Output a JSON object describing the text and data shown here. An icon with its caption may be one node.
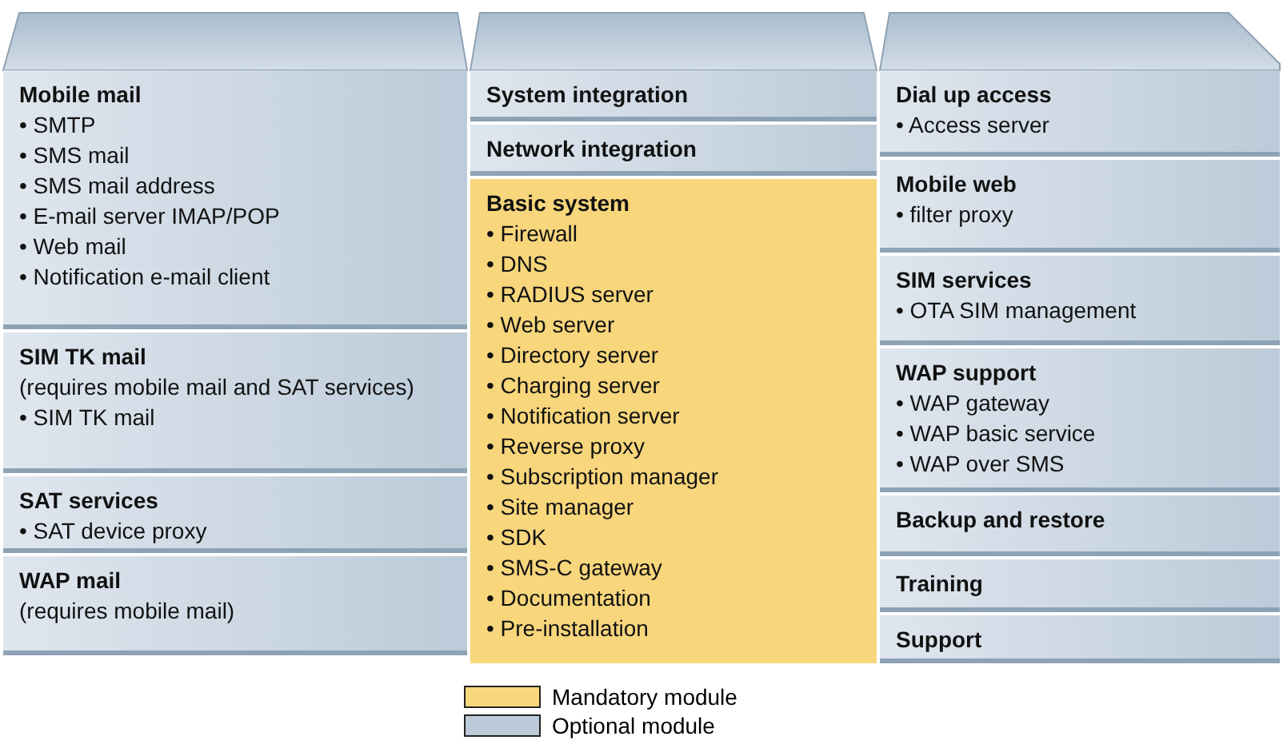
{
  "diagram": {
    "nodes": [
      {
        "text": [
          "Mobile mail",
          "• SMTP",
          "• SMS mail",
          "• SMS mail address",
          "• E-mail server IMAP/POP",
          "• Web mail",
          "• Notification e-mail client"
        ]
      },
      {
        "text": [
          "SIM TK mail",
          "(requires mobile mail and SAT services)",
          "• SIM TK mail"
        ]
      },
      {
        "text": [
          "SAT services",
          "• SAT device proxy"
        ]
      },
      {
        "text": [
          "WAP mail",
          "(requires mobile mail)"
        ]
      },
      {
        "text": [
          "System integration"
        ]
      },
      {
        "text": [
          "Network integration"
        ]
      },
      {
        "text": [
          "Basic system",
          "• Firewall",
          "• DNS",
          "• RADIUS server",
          "• Web server",
          "• Directory server",
          "• Charging server",
          "• Notification server",
          "• Reverse proxy",
          "• Subscription manager",
          "• Site manager",
          "• SDK",
          "• SMS-C gateway",
          "• Documentation",
          "• Pre-installation"
        ]
      },
      {
        "text": [
          "Dial up access",
          "• Access server"
        ]
      },
      {
        "text": [
          "Mobile web",
          "• filter proxy"
        ]
      },
      {
        "text": [
          "SIM services",
          "• OTA SIM management"
        ]
      },
      {
        "text": [
          "WAP support",
          "• WAP gateway",
          "• WAP basic service",
          "• WAP over SMS"
        ]
      },
      {
        "text": [
          "Backup and restore"
        ]
      },
      {
        "text": [
          "Training"
        ]
      },
      {
        "text": [
          "Support"
        ]
      }
    ],
    "legend": [
      {
        "text": "Mandatory module",
        "color": "#f7d67c"
      },
      {
        "text": "Optional module",
        "color": "#bccbd9"
      }
    ]
  }
}
